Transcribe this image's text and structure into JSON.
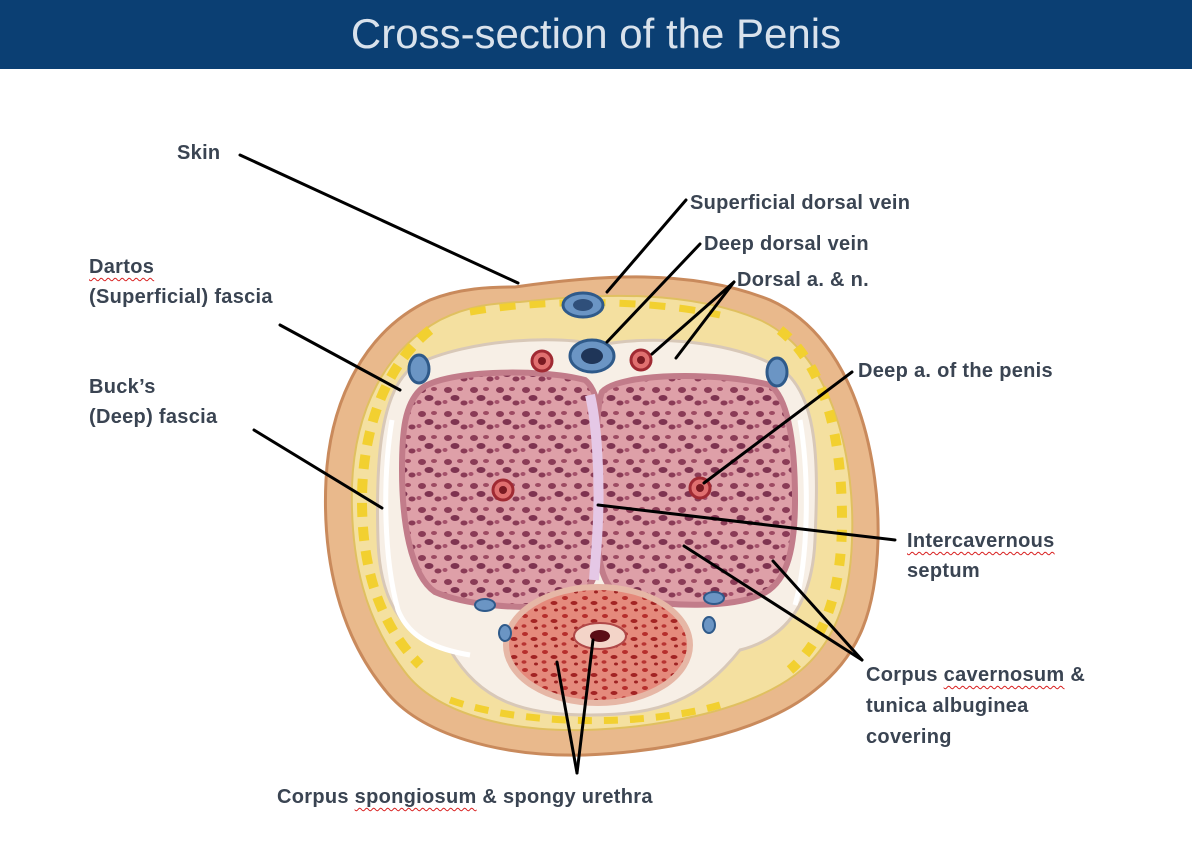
{
  "title": "Cross-section of the Penis",
  "labels": {
    "skin": "Skin",
    "dartos_1": "Dartos",
    "dartos_2": "(Superficial) fascia",
    "bucks_1": "Buck’s",
    "bucks_2": "(Deep) fascia",
    "superficial_dorsal_vein": "Superficial dorsal vein",
    "deep_dorsal_vein": "Deep dorsal vein",
    "dorsal_a_n": "Dorsal a. & n.",
    "deep_artery": "Deep a. of the penis",
    "intercavernous_1": "Intercavernous",
    "intercavernous_2": "septum",
    "corpus_cav_a": "Corpus ",
    "corpus_cav_b": "cavernosum",
    "corpus_cav_c": " &",
    "corpus_cav_2": "tunica albuginea",
    "corpus_cav_3": "covering",
    "spong_a": "Corpus ",
    "spong_b": "spongiosum",
    "spong_c": " & spongy urethra"
  },
  "colors": {
    "title_bar": "#0b3f73",
    "title_text": "#d9e2ec",
    "label_text": "#3a4452",
    "skin": "#e9b98c",
    "fat": "#f2d45a",
    "cavernosum": "#d9969e",
    "spongiosum": "#cf5a4f",
    "vein": "#4d7fb3",
    "artery": "#c8363f"
  }
}
